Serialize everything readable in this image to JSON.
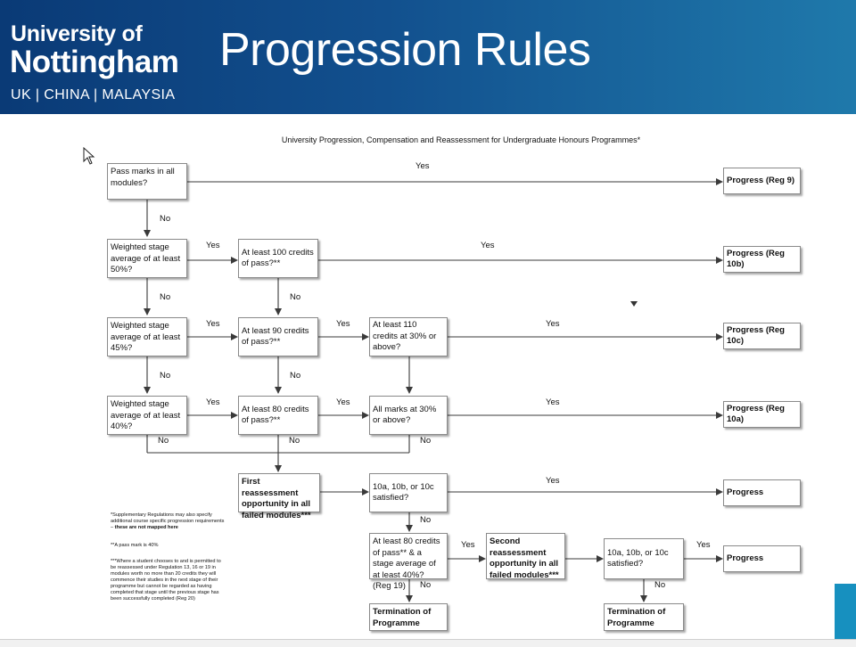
{
  "header": {
    "logo_line1": "University of",
    "logo_line2": "Nottingham",
    "campuses": "UK  |  CHINA  |  MALAYSIA",
    "title": "Progression Rules"
  },
  "diagram": {
    "title": "University Progression, Compensation and Reassessment for Undergraduate Honours Programmes*",
    "nodes": {
      "q_pass_all": "Pass marks in all modules?",
      "q_avg50": "Weighted stage average of at least 50%?",
      "q_avg45": "Weighted stage average of at least 45%?",
      "q_avg40": "Weighted stage average of at least 40%?",
      "q_credits100": "At least 100 credits of pass?**",
      "q_credits90": "At least 90 credits of pass?**",
      "q_credits80": "At least 80 credits of pass?**",
      "q_credits110_30": "At least 110 credits at 30% or above?",
      "q_allmarks30": "All marks at 30% or above?",
      "first_reassessment": "First reassessment opportunity in all failed modules***",
      "q_10abc_1": "10a, 10b, or 10c satisfied?",
      "q_80_stage40": "At least 80 credits of pass** & a stage average of at least 40%? (Reg 19)",
      "second_reassessment": "Second reassessment opportunity in all failed modules***",
      "q_10abc_2": "10a, 10b, or 10c satisfied?",
      "progress_reg9": "Progress (Reg 9)",
      "progress_reg10b": "Progress (Reg 10b)",
      "progress_reg10c": "Progress (Reg 10c)",
      "progress_reg10a": "Progress (Reg 10a)",
      "progress_1": "Progress",
      "progress_2": "Progress",
      "termination_1": "Termination of Programme",
      "termination_2": "Termination of Programme"
    },
    "edge_labels": {
      "yes": "Yes",
      "no": "No"
    },
    "notes": {
      "note1_text": "*Supplementary Regulations may also specify additional course specific progression requirements – ",
      "note1_bold": "these are not mapped here",
      "note2": "**A pass mark is 40%",
      "note3": "***Where a student chooses to and is permitted to be reassessed under Regulation 13, 16 or 19 in modules worth no more than 20 credits they will commence their studies in the next stage of their programme but cannot be regarded as having completed that stage until the previous stage has been successfully completed (Reg 20)"
    }
  },
  "colors": {
    "banner_start": "#0a3a76",
    "banner_end": "#1f79ab",
    "accent": "#1790bf",
    "line": "#3a3a3a"
  },
  "icons": [
    "mouse-cursor-icon",
    "small-triangle-marker-icon"
  ]
}
